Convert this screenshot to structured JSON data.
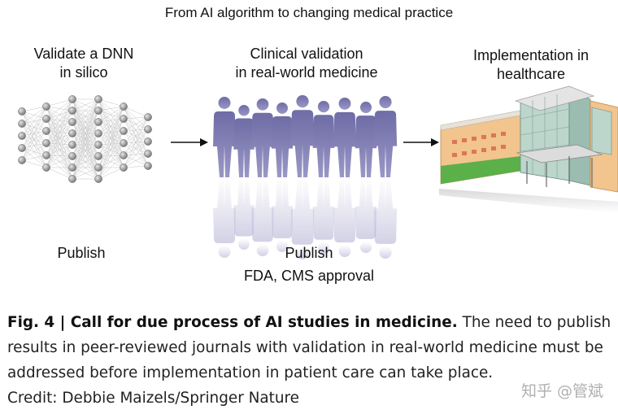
{
  "header": {
    "title": "From AI algorithm to changing medical practice"
  },
  "stages": [
    {
      "title_lines": [
        "Validate a DNN",
        "in silico"
      ],
      "footer_lines": [
        "Publish"
      ]
    },
    {
      "title_lines": [
        "Clinical validation",
        "in real-world medicine"
      ],
      "footer_lines": [
        "Publish",
        "FDA, CMS approval"
      ]
    },
    {
      "title_lines": [
        "Implementation in",
        "healthcare"
      ],
      "footer_lines": []
    }
  ],
  "caption": {
    "label": "Fig. 4 | Call for due process of AI studies in medicine.",
    "body": " The need to publish results in peer-reviewed journals with validation in real-world medicine must be addressed before implementation in patient care can take place.",
    "credit": "Credit: Debbie Maizels/Springer Nature"
  },
  "watermark": "知乎 @管斌",
  "icons": [
    "neural-network-icon",
    "arrow-right-icon",
    "people-group-icon",
    "hospital-building-icon"
  ],
  "colors": {
    "people": "#7d7ab0",
    "node": "#9a9a9a",
    "building_wall": "#f2c48e",
    "building_glass": "#bcd6cc",
    "grass": "#5bb04a"
  }
}
